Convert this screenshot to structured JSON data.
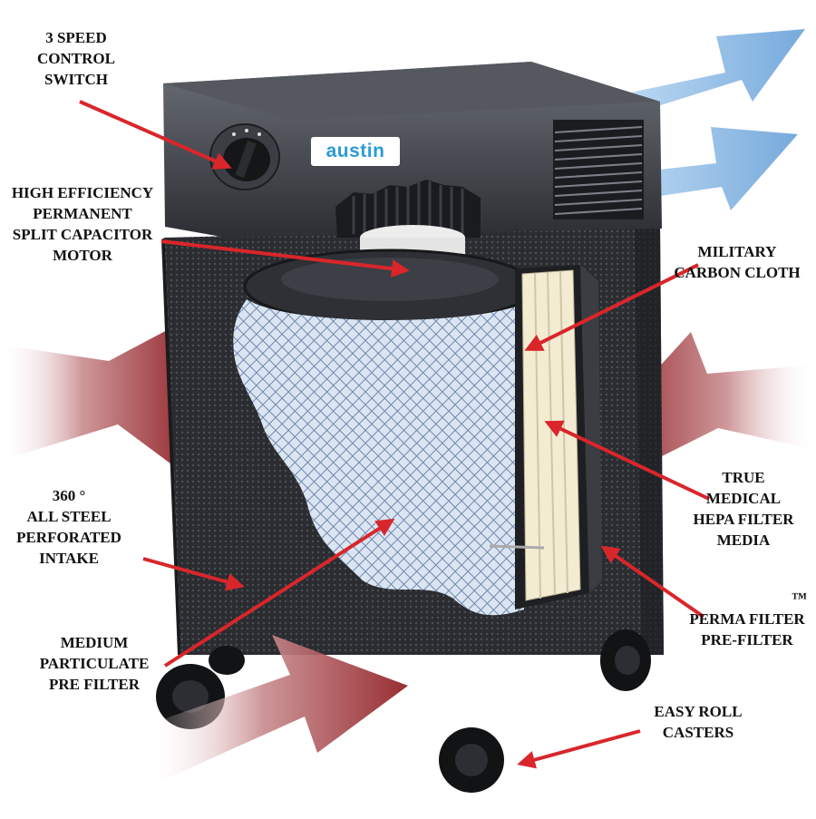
{
  "brand": {
    "logo_text": "austin"
  },
  "labels": {
    "speed_switch": [
      "3 SPEED",
      "CONTROL",
      "SWITCH"
    ],
    "motor": [
      "HIGH EFFICIENCY",
      "PERMANENT",
      "SPLIT CAPACITOR",
      "MOTOR"
    ],
    "carbon": [
      "MILITARY",
      "CARBON CLOTH"
    ],
    "hepa": [
      "TRUE",
      "MEDICAL",
      "HEPA FILTER",
      "MEDIA"
    ],
    "intake": [
      "360 °",
      "ALL STEEL",
      "PERFORATED",
      "INTAKE"
    ],
    "perma": [
      "™",
      "PERMA FILTER",
      "PRE-FILTER"
    ],
    "medium": [
      "MEDIUM",
      "PARTICULATE",
      "PRE FILTER"
    ],
    "casters": [
      "EASY ROLL",
      "CASTERS"
    ]
  },
  "colors": {
    "callout_arrow": "#d9262b",
    "airflow_in": "#8e1c22",
    "airflow_out": "#7fb2e2",
    "body": "#2b2d31",
    "filter": "#c9d7ea",
    "hepa_media": "#f3ecd2"
  }
}
